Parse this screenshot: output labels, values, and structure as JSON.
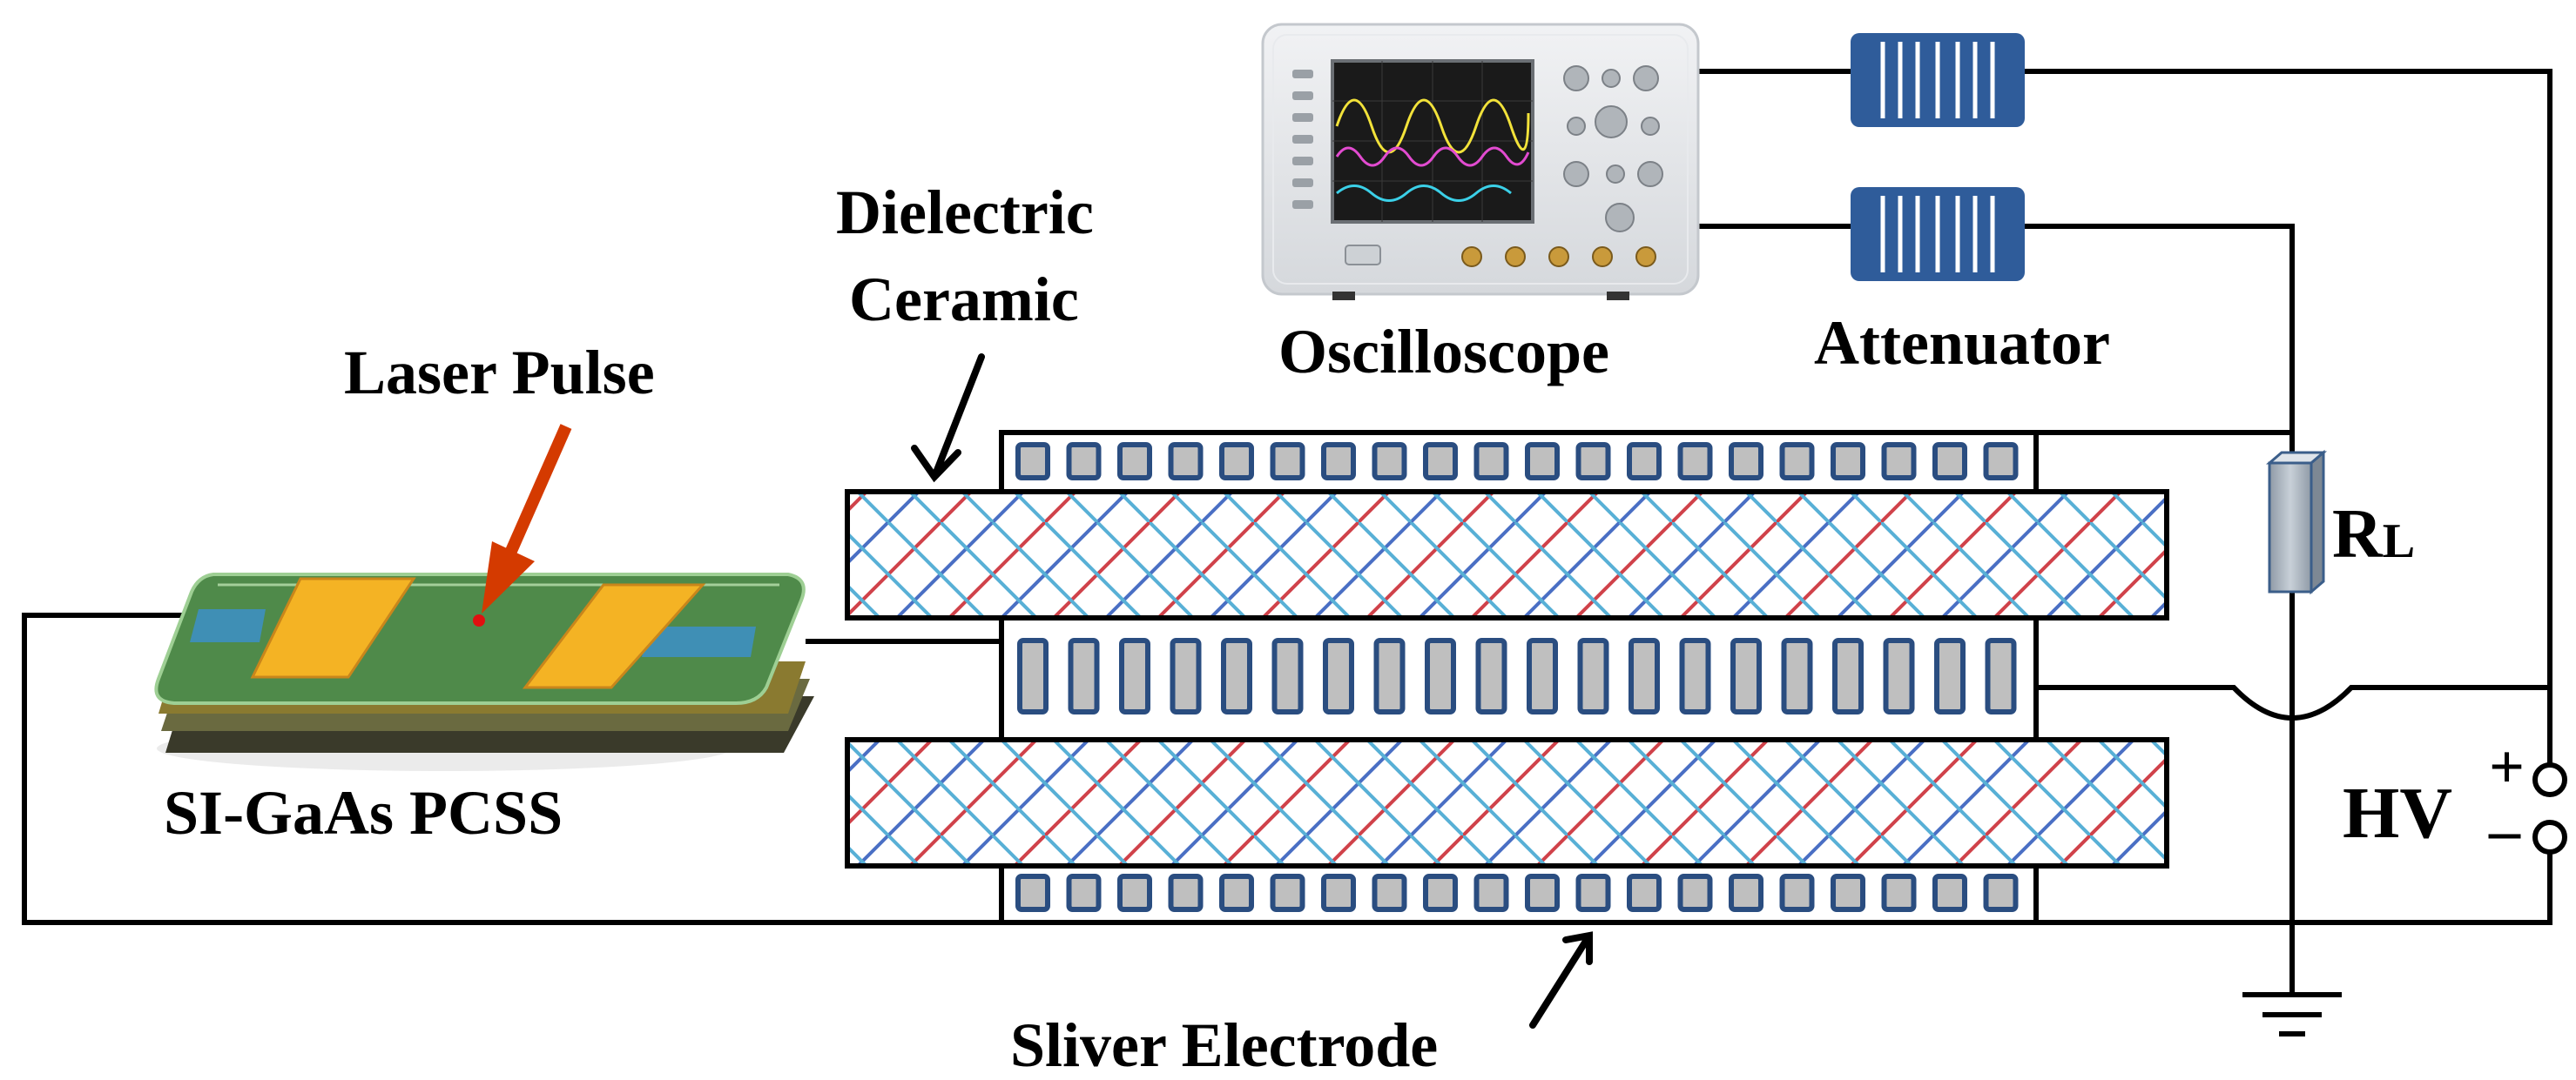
{
  "labels": {
    "dielectric_line1": "Dielectric",
    "dielectric_line2": "Ceramic",
    "laser_pulse": "Laser Pulse",
    "oscilloscope": "Oscilloscope",
    "attenuator": "Attenuator",
    "load_resistor_main": "R",
    "load_resistor_sub": "L",
    "pcss": "SI-GaAs PCSS",
    "hv": "HV",
    "hv_plus": "+",
    "hv_minus": "–",
    "silver_electrode": "Sliver Electrode"
  },
  "colors": {
    "wire": "#000000",
    "electrode_fill": "#bfbfbf",
    "electrode_stroke": "#2a4d80",
    "attenuator_fill": "#2f5c9a",
    "hatch_red": "#d0424a",
    "hatch_blue": "#4a6fc4",
    "hatch_cyan": "#58b0d6",
    "laser_arrow": "#d43a00",
    "pcss_substrate": "#4f8a4a",
    "pcss_pad": "#f4b324",
    "pcss_tab": "#3f8fb5"
  }
}
